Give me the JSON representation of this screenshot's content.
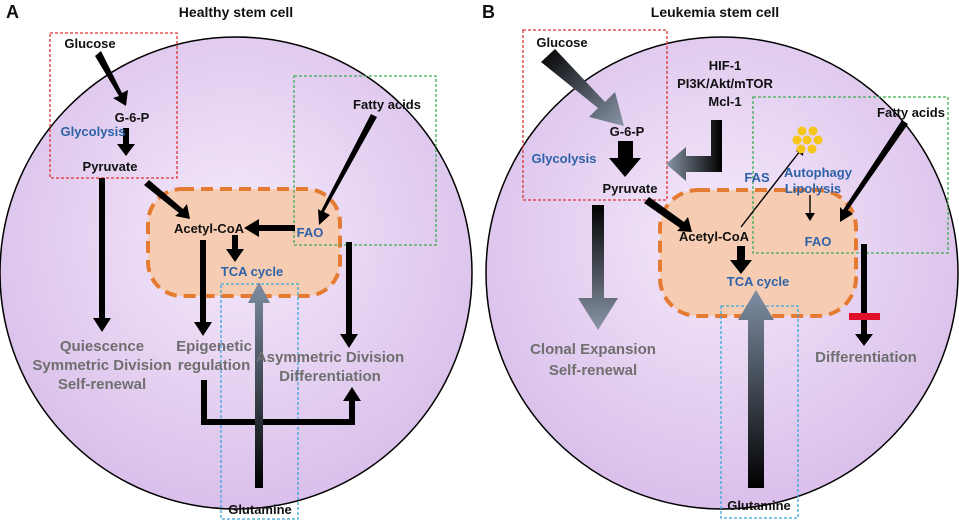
{
  "panel_a": {
    "letter": "A",
    "title": "Healthy stem cell",
    "glucose": "Glucose",
    "g6p": "G-6-P",
    "glycolysis": "Glycolysis",
    "pyruvate": "Pyruvate",
    "fatty_acids": "Fatty acids",
    "acetyl_coa": "Acetyl-CoA",
    "fao": "FAO",
    "tca": "TCA  cycle",
    "glutamine": "Glutamine",
    "outcome_left": [
      "Quiescence",
      "Symmetric Division",
      "Self-renewal"
    ],
    "outcome_mid": [
      "Epigenetic",
      "regulation"
    ],
    "outcome_right": [
      "Asymmetric Division",
      "Differentiation"
    ]
  },
  "panel_b": {
    "letter": "B",
    "title": "Leukemia stem cell",
    "glucose": "Glucose",
    "regulators": [
      "HIF-1",
      "PI3K/Akt/mTOR",
      "Mcl-1"
    ],
    "g6p": "G-6-P",
    "glycolysis": "Glycolysis",
    "pyruvate": "Pyruvate",
    "fas": "FAS",
    "autophagy": "Autophagy",
    "lipolysis": "Lipolysis",
    "fatty_acids": "Fatty acids",
    "acetyl_coa": "Acetyl-CoA",
    "fao": "FAO",
    "tca": "TCA  cycle",
    "glutamine": "Glutamine",
    "outcome_left": [
      "Clonal Expansion",
      "Self-renewal"
    ],
    "outcome_right": "Differentiation"
  },
  "colors": {
    "cell_fill": "#e3cff0",
    "cell_stroke": "#000000",
    "mito_fill": "#f6cdb2",
    "mito_stroke": "#e57a33",
    "glycolysis_box": "#e03333",
    "fatty_acid_box": "#3dad4f",
    "glutamine_box": "#3aa6dc",
    "blue_label": "#2e62a8",
    "gray_label": "#6f6f6f",
    "inhibit_bar": "#e0102a",
    "lipid_droplets": "#f5c518"
  }
}
